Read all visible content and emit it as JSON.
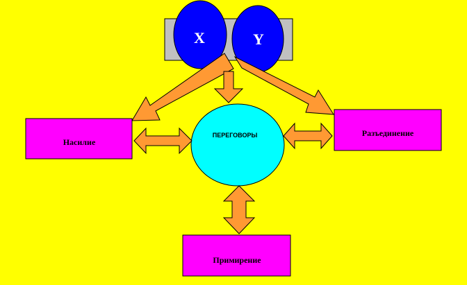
{
  "colors": {
    "background": "#ffff00",
    "party_fill": "#0000ff",
    "party_bg": "#c0c0c0",
    "arrow_fill": "#ff9933",
    "center_fill": "#00ffff",
    "box_fill": "#ff00ff",
    "stroke": "#000000"
  },
  "parties": [
    {
      "id": "x",
      "label": "X"
    },
    {
      "id": "y",
      "label": "Y"
    }
  ],
  "center": {
    "label": "ПЕРЕГОВОРЫ"
  },
  "outcomes": {
    "left": "Насилие",
    "right": "Разъединение",
    "bottom": "Примирение"
  }
}
